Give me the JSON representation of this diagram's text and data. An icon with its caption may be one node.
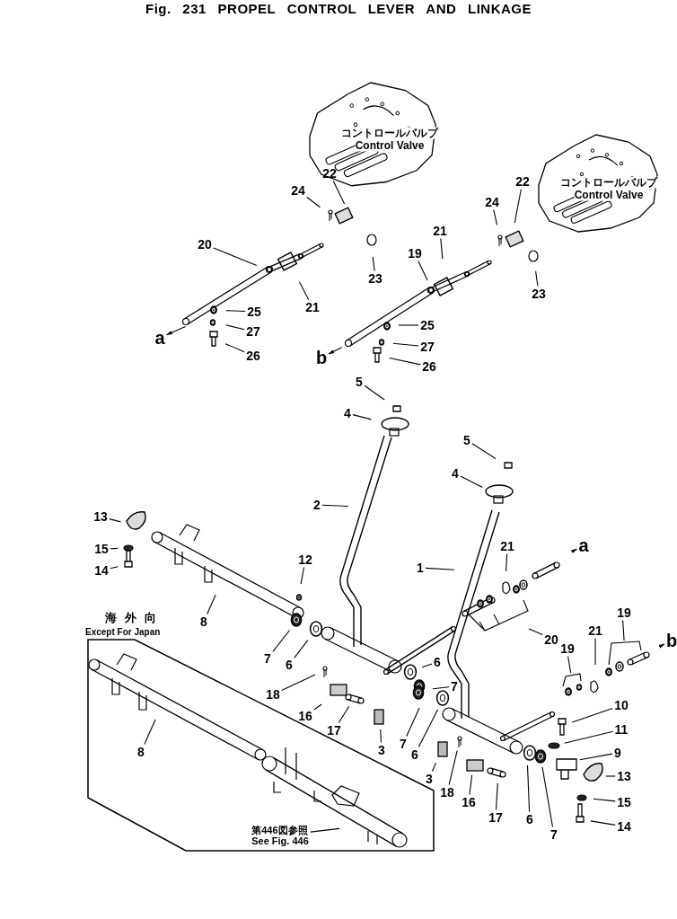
{
  "diagram": {
    "title": "Fig. 231 PROPEL CONTROL LEVER AND LINKAGE",
    "nodes": [
      {
        "text": [
          "22"
        ]
      },
      {
        "text": [
          "22"
        ]
      },
      {
        "text": [
          "24"
        ]
      },
      {
        "text": [
          "24"
        ]
      },
      {
        "text": [
          "21"
        ]
      },
      {
        "text": [
          "20"
        ]
      },
      {
        "text": [
          "19"
        ]
      },
      {
        "text": [
          "23"
        ]
      },
      {
        "text": [
          "23"
        ]
      },
      {
        "text": [
          "21"
        ]
      },
      {
        "text": [
          "25"
        ]
      },
      {
        "text": [
          "25"
        ]
      },
      {
        "text": [
          "a"
        ]
      },
      {
        "text": [
          "27"
        ]
      },
      {
        "text": [
          "27"
        ]
      },
      {
        "text": [
          "26"
        ]
      },
      {
        "text": [
          "b"
        ]
      },
      {
        "text": [
          "26"
        ]
      },
      {
        "text": [
          "5"
        ]
      },
      {
        "text": [
          "4"
        ]
      },
      {
        "text": [
          "5"
        ]
      },
      {
        "text": [
          "4"
        ]
      },
      {
        "text": [
          "2"
        ]
      },
      {
        "text": [
          "13"
        ]
      },
      {
        "text": [
          "a"
        ]
      },
      {
        "text": [
          "21"
        ]
      },
      {
        "text": [
          "15"
        ]
      },
      {
        "text": [
          "12"
        ]
      },
      {
        "text": [
          "1"
        ]
      },
      {
        "text": [
          "14"
        ]
      },
      {
        "text": [
          "8"
        ]
      },
      {
        "text": [
          "海外向",
          "Except For Japan"
        ]
      },
      {
        "text": [
          "8"
        ],
        "in": 31
      },
      {
        "text": [
          "第446図参照",
          "See Fig. 446"
        ],
        "in": 31
      },
      {
        "text": [
          "19"
        ]
      },
      {
        "text": [
          "20"
        ]
      },
      {
        "text": [
          "21"
        ]
      },
      {
        "text": [
          "b"
        ]
      },
      {
        "text": [
          "19"
        ]
      },
      {
        "text": [
          "7"
        ]
      },
      {
        "text": [
          "6"
        ]
      },
      {
        "text": [
          "7"
        ]
      },
      {
        "text": [
          "6"
        ]
      },
      {
        "text": [
          "10"
        ]
      },
      {
        "text": [
          "18"
        ]
      },
      {
        "text": [
          "16"
        ]
      },
      {
        "text": [
          "11"
        ]
      },
      {
        "text": [
          "17"
        ]
      },
      {
        "text": [
          "7"
        ]
      },
      {
        "text": [
          "9"
        ]
      },
      {
        "text": [
          "6"
        ]
      },
      {
        "text": [
          "3"
        ]
      },
      {
        "text": [
          "13"
        ]
      },
      {
        "text": [
          "3"
        ]
      },
      {
        "text": [
          "18"
        ]
      },
      {
        "text": [
          "16"
        ]
      },
      {
        "text": [
          "15"
        ]
      },
      {
        "text": [
          "17"
        ]
      },
      {
        "text": [
          "6"
        ]
      },
      {
        "text": [
          "14"
        ]
      },
      {
        "text": [
          "7"
        ]
      },
      {
        "text": [],
        "shape": "bracket"
      },
      {
        "text": [],
        "shape": "bracket"
      },
      {
        "text": [],
        "shape": "bracket"
      }
    ],
    "edges": [
      {
        "from": 0,
        "to": null,
        "arrow": "none"
      },
      {
        "from": 1,
        "to": null,
        "arrow": "none"
      },
      {
        "from": 2,
        "to": null,
        "arrow": "none"
      },
      {
        "from": 3,
        "to": null,
        "arrow": "none"
      },
      {
        "from": 4,
        "to": null,
        "arrow": "none"
      },
      {
        "from": 5,
        "to": null,
        "arrow": "none"
      },
      {
        "from": 6,
        "to": null,
        "arrow": "none"
      },
      {
        "from": 7,
        "to": null,
        "arrow": "none"
      },
      {
        "from": 8,
        "to": null,
        "arrow": "none"
      },
      {
        "from": 9,
        "to": null,
        "arrow": "none"
      },
      {
        "from": 10,
        "to": null,
        "arrow": "none"
      },
      {
        "from": 11,
        "to": null,
        "arrow": "none"
      },
      {
        "from": null,
        "to": 12,
        "arrow": "to"
      },
      {
        "from": 13,
        "to": null,
        "arrow": "none"
      },
      {
        "from": 14,
        "to": null,
        "arrow": "none"
      },
      {
        "from": 15,
        "to": null,
        "arrow": "none"
      },
      {
        "from": null,
        "to": 16,
        "arrow": "to"
      },
      {
        "from": 17,
        "to": null,
        "arrow": "none"
      },
      {
        "from": 18,
        "to": null,
        "arrow": "none"
      },
      {
        "from": 19,
        "to": null,
        "arrow": "none"
      },
      {
        "from": 20,
        "to": null,
        "arrow": "none"
      },
      {
        "from": 21,
        "to": null,
        "arrow": "none"
      },
      {
        "from": 22,
        "to": null,
        "arrow": "none"
      },
      {
        "from": 23,
        "to": null,
        "arrow": "none"
      },
      {
        "from": null,
        "to": 24,
        "arrow": "to"
      },
      {
        "from": 25,
        "to": null,
        "arrow": "none"
      },
      {
        "from": 26,
        "to": null,
        "arrow": "none"
      },
      {
        "from": 27,
        "to": null,
        "arrow": "none"
      },
      {
        "from": 28,
        "to": null,
        "arrow": "none"
      },
      {
        "from": 29,
        "to": null,
        "arrow": "none"
      },
      {
        "from": 30,
        "to": null,
        "arrow": "none"
      },
      {
        "from": 32,
        "to": null,
        "arrow": "none"
      },
      {
        "from": 33,
        "to": null,
        "arrow": "none"
      },
      {
        "from": 34,
        "to": 63,
        "arrow": "none"
      },
      {
        "from": 35,
        "to": 61,
        "arrow": "none"
      },
      {
        "from": 36,
        "to": null,
        "arrow": "none"
      },
      {
        "from": null,
        "to": 37,
        "arrow": "to"
      },
      {
        "from": 38,
        "to": 62,
        "arrow": "none"
      },
      {
        "from": 39,
        "to": null,
        "arrow": "none"
      },
      {
        "from": 40,
        "to": null,
        "arrow": "none"
      },
      {
        "from": 41,
        "to": null,
        "arrow": "none"
      },
      {
        "from": 42,
        "to": null,
        "arrow": "none"
      },
      {
        "from": 43,
        "to": null,
        "arrow": "none"
      },
      {
        "from": 44,
        "to": null,
        "arrow": "none"
      },
      {
        "from": 45,
        "to": null,
        "arrow": "none"
      },
      {
        "from": 46,
        "to": null,
        "arrow": "none"
      },
      {
        "from": 47,
        "to": null,
        "arrow": "none"
      },
      {
        "from": 48,
        "to": null,
        "arrow": "none"
      },
      {
        "from": 49,
        "to": null,
        "arrow": "none"
      },
      {
        "from": 50,
        "to": null,
        "arrow": "none"
      },
      {
        "from": 51,
        "to": null,
        "arrow": "none"
      },
      {
        "from": 52,
        "to": null,
        "arrow": "none"
      },
      {
        "from": 53,
        "to": null,
        "arrow": "none"
      },
      {
        "from": 54,
        "to": null,
        "arrow": "none"
      },
      {
        "from": 55,
        "to": null,
        "arrow": "none"
      },
      {
        "from": 56,
        "to": null,
        "arrow": "none"
      },
      {
        "from": 57,
        "to": null,
        "arrow": "none"
      },
      {
        "from": 58,
        "to": null,
        "arrow": "none"
      },
      {
        "from": 59,
        "to": null,
        "arrow": "none"
      },
      {
        "from": 60,
        "to": null,
        "arrow": "none"
      }
    ],
    "labels": [
      "コントロールバルブ",
      "Control Valve",
      "コントロールバルブ",
      "Control Valve"
    ]
  }
}
